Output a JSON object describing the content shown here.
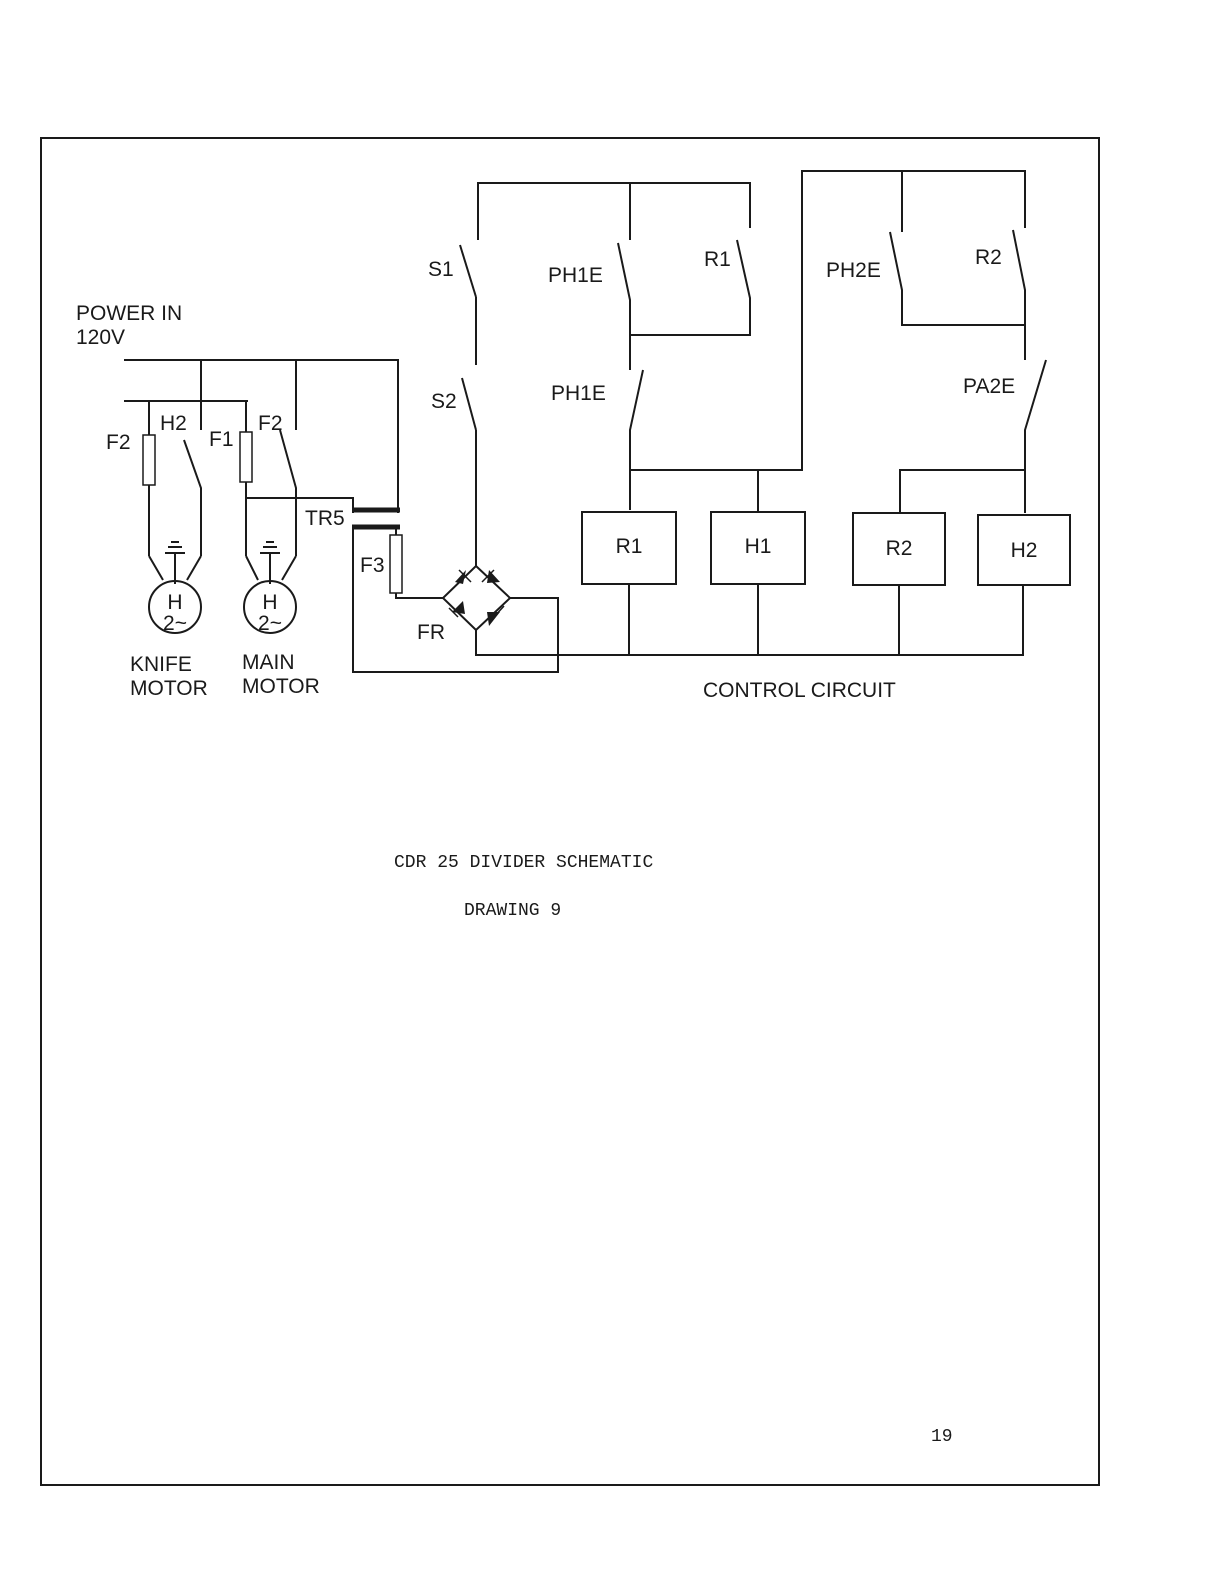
{
  "diagram": {
    "labels": {
      "power_in_line1": "POWER IN",
      "power_in_line2": "120V",
      "fuse_f2_left": "F2",
      "switch_h2": "H2",
      "fuse_f1": "F1",
      "switch_f2_main": "F2",
      "transformer": "TR5",
      "fuse_f3": "F3",
      "rectifier": "FR",
      "switch_s1": "S1",
      "switch_s2": "S2",
      "switch_ph1e_top": "PH1E",
      "switch_r1": "R1",
      "switch_ph1e_bottom": "PH1E",
      "switch_ph2e": "PH2E",
      "switch_r2": "R2",
      "switch_pa2e": "PA2E",
      "coil_r1": "R1",
      "coil_h1": "H1",
      "coil_r2": "R2",
      "coil_h2": "H2",
      "knife_motor_symbol": "H",
      "knife_motor_phase": "2~",
      "main_motor_symbol": "H",
      "main_motor_phase": "2~",
      "knife_motor_line1": "KNIFE",
      "knife_motor_line2": "MOTOR",
      "main_motor_line1": "MAIN",
      "main_motor_line2": "MOTOR",
      "control_circuit": "CONTROL CIRCUIT"
    }
  },
  "caption": {
    "title": "CDR 25 DIVIDER SCHEMATIC",
    "drawing": "DRAWING 9"
  },
  "page_number": "19"
}
